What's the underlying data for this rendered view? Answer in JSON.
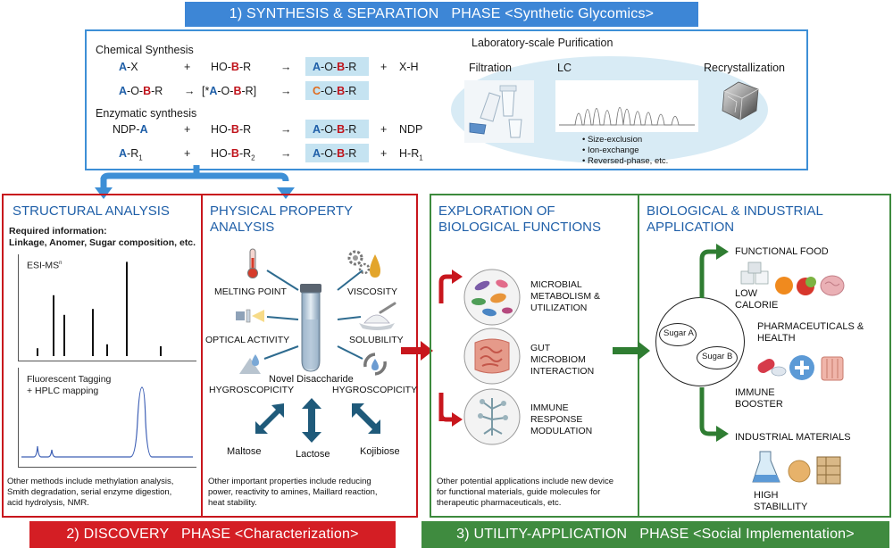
{
  "banners": {
    "phase1": "1) SYNTHESIS & SEPARATION   PHASE <Synthetic Glycomics>",
    "phase2": "2) DISCOVERY   PHASE <Characterization>",
    "phase3": "3) UTILITY-APPLICATION   PHASE <Social Implementation>"
  },
  "synthesis": {
    "chem_title": "Chemical Synthesis",
    "enz_title": "Enzymatic synthesis",
    "plus": "+",
    "arrow": "→",
    "r1": {
      "a": "A",
      "a_rest": "-X",
      "b_pre": "HO-",
      "b": "B",
      "b_post": "-R",
      "p_a": "A",
      "p_mid": "-O-",
      "p_b": "B",
      "p_post": "-R",
      "by": "X-H"
    },
    "r2": {
      "a": "A",
      "a_mid": "-O-",
      "a_b": "B",
      "a_post": "-R",
      "int_pre": "[*",
      "int_a": "A",
      "int_mid": "-O-",
      "int_b": "B",
      "int_post": "-R]",
      "p_c": "C",
      "p_mid": "-O-",
      "p_b": "B",
      "p_post": "-R"
    },
    "r3": {
      "a_pre": "NDP-",
      "a": "A",
      "b_pre": "HO-",
      "b": "B",
      "b_post": "-R",
      "p_a": "A",
      "p_mid": "-O-",
      "p_b": "B",
      "p_post": "-R",
      "by": "NDP"
    },
    "r4": {
      "a": "A",
      "a_post": "-R",
      "a_sub": "1",
      "b_pre": "HO-",
      "b": "B",
      "b_post": "-R",
      "b_sub": "2",
      "p_a": "A",
      "p_mid": "-O-",
      "p_b": "B",
      "p_post": "-R",
      "by": "H-R",
      "by_sub": "1"
    }
  },
  "purification": {
    "title": "Laboratory-scale Purification",
    "filtration": "Filtration",
    "lc": "LC",
    "recryst": "Recrystallization",
    "methods": [
      "• Size-exclusion",
      "• Ion-exchange",
      "• Reversed-phase, etc."
    ]
  },
  "structural": {
    "title": "STRUCTURAL ANALYSIS",
    "req1": "Required information:",
    "req2": "Linkage, Anomer, Sugar composition, etc.",
    "esi": "ESI-MS",
    "esi_sup": "n",
    "ft1": "Fluorescent Tagging",
    "ft2": "+ HPLC mapping",
    "note": [
      "Other methods include methylation analysis,",
      "Smith degradation, serial enzyme digestion,",
      "acid hydrolysis, NMR."
    ],
    "ms_bars": [
      0.08,
      0.62,
      0.42,
      0.48,
      0.12,
      0.96,
      0.1
    ]
  },
  "physical": {
    "title1": "PHYSICAL PROPERTY",
    "title2": "ANALYSIS",
    "melting": "MELTING POINT",
    "viscosity": "VISCOSITY",
    "optical": "OPTICAL ACTIVITY",
    "solubility": "SOLUBILITY",
    "hygro_l": "HYGROSCOPICITY",
    "hygro_r": "HYGROSCOPICITY",
    "novel": "Novel Disaccharide",
    "maltose": "Maltose",
    "lactose": "Lactose",
    "kojibiose": "Kojibiose",
    "note": [
      "Other important properties include reducing",
      "power, reactivity to amines, Maillard reaction,",
      "heat stability."
    ]
  },
  "bio": {
    "title1": "EXPLORATION OF",
    "title2": "BIOLOGICAL FUNCTIONS",
    "m1": [
      "MICROBIAL",
      "METABOLISM &",
      "UTILIZATION"
    ],
    "m2": [
      "GUT",
      "MICROBIOM",
      "INTERACTION"
    ],
    "m3": [
      "IMMUNE",
      "RESPONSE",
      "MODULATION"
    ],
    "note": [
      "Other potential applications include new device",
      "for functional materials, guide molecules for",
      "therapeutic pharmaceuticals, etc."
    ]
  },
  "app": {
    "title1": "BIOLOGICAL & INDUSTRIAL",
    "title2": "APPLICATION",
    "sugar_a": "Sugar A",
    "sugar_b": "Sugar B",
    "food": "FUNCTIONAL FOOD",
    "lowcal1": "LOW",
    "lowcal2": "CALORIE",
    "pharma1": "PHARMACEUTICALS &",
    "pharma2": "HEALTH",
    "immune1": "IMMUNE",
    "immune2": "BOOSTER",
    "industrial": "INDUSTRIAL MATERIALS",
    "stab1": "HIGH",
    "stab2": "STABILLITY"
  },
  "colors": {
    "blue_banner": "#3d86d6",
    "red_banner": "#d41e24",
    "green_banner": "#3f8b3f",
    "blue_border": "#3d8fd6",
    "red_border": "#c8161d",
    "green_border": "#3d8a3d",
    "highlight": "#c5e3f1"
  }
}
